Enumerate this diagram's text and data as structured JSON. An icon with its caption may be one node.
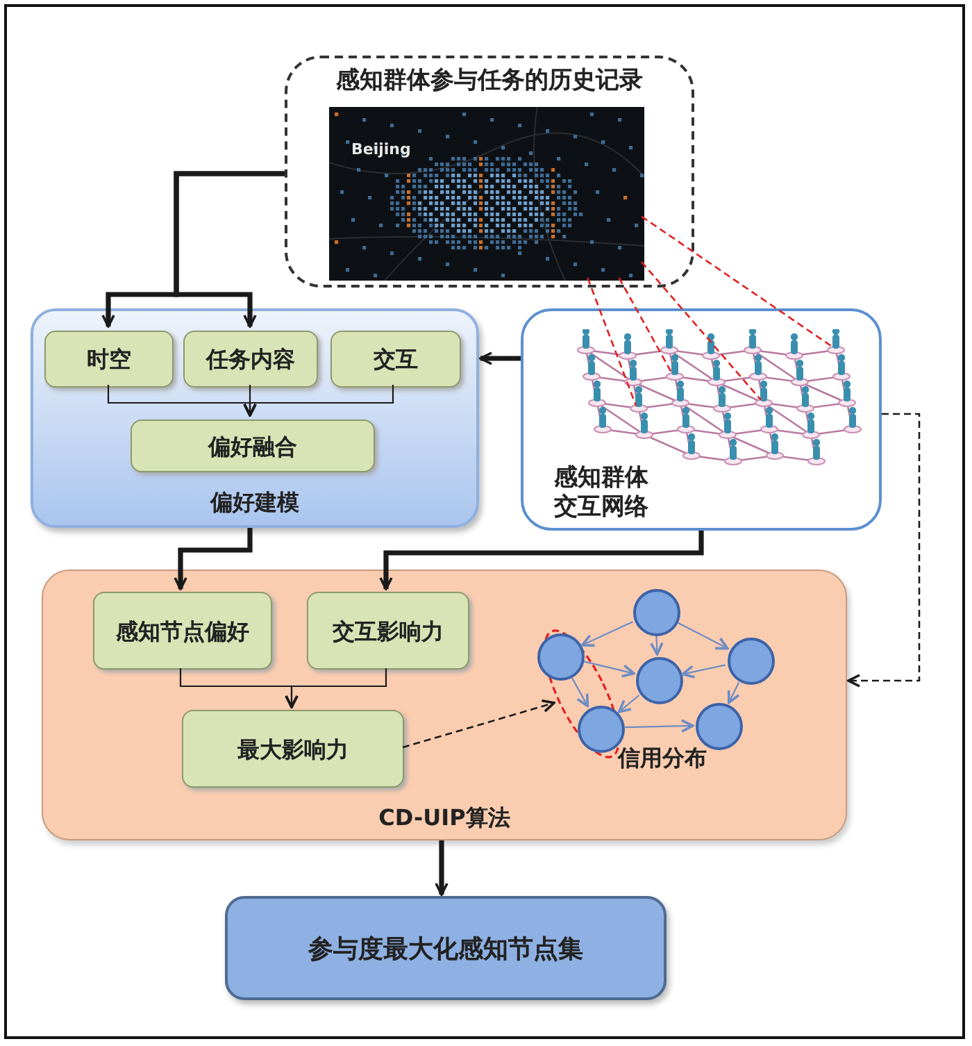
{
  "diagram": {
    "nodes": [
      {
        "text": [
          "感知群体参与任务的历史记录"
        ]
      },
      {
        "text": [],
        "shape": "picture",
        "in": 0
      },
      {
        "text": [
          "偏好建模"
        ]
      },
      {
        "text": [
          "时空"
        ],
        "in": 2
      },
      {
        "text": [
          "任务内容"
        ],
        "in": 2
      },
      {
        "text": [
          "交互"
        ],
        "in": 2
      },
      {
        "text": [
          "偏好融合"
        ],
        "in": 2
      },
      {
        "text": [
          "感知群体交互网络"
        ]
      },
      {
        "text": [],
        "shape": "picture",
        "in": 7
      },
      {
        "text": [
          "CD-UIP算法"
        ]
      },
      {
        "text": [
          "感知节点偏好"
        ],
        "in": 9
      },
      {
        "text": [
          "交互影响力"
        ],
        "in": 9
      },
      {
        "text": [
          "最大影响力"
        ],
        "in": 9
      },
      {
        "text": [],
        "shape": "ellipse",
        "in": 9
      },
      {
        "text": [],
        "shape": "circle",
        "in": 9
      },
      {
        "text": [],
        "shape": "circle",
        "in": 13
      },
      {
        "text": [],
        "shape": "circle",
        "in": 9
      },
      {
        "text": [],
        "shape": "circle",
        "in": 9
      },
      {
        "text": [],
        "shape": "circle",
        "in": 13
      },
      {
        "text": [],
        "shape": "circle",
        "in": 9
      },
      {
        "text": [
          "参与度最大化感知节点集"
        ]
      }
    ],
    "edges": [
      {
        "from": 0,
        "to": 3,
        "arrow": "to",
        "style": "thick"
      },
      {
        "from": 0,
        "to": 4,
        "arrow": "to",
        "style": "thick"
      },
      {
        "from": 7,
        "to": 2,
        "arrow": "to",
        "style": "thick"
      },
      {
        "from": 3,
        "to": 6,
        "arrow": "to"
      },
      {
        "from": 4,
        "to": 6,
        "arrow": "to"
      },
      {
        "from": 5,
        "to": 6,
        "arrow": "to"
      },
      {
        "from": 2,
        "to": 10,
        "arrow": "to",
        "style": "thick"
      },
      {
        "from": 7,
        "to": 11,
        "arrow": "to",
        "style": "thick"
      },
      {
        "from": 10,
        "to": 12,
        "arrow": "to"
      },
      {
        "from": 11,
        "to": 12,
        "arrow": "to"
      },
      {
        "from": 12,
        "to": 13,
        "arrow": "to",
        "style": "dashed"
      },
      {
        "from": 7,
        "to": 9,
        "arrow": "to",
        "style": "dashed"
      },
      {
        "from": 9,
        "to": 20,
        "arrow": "to",
        "style": "thick"
      },
      {
        "from": 1,
        "to": 8,
        "arrow": "none",
        "style": "dashed",
        "color": "#e02020"
      },
      {
        "from": 1,
        "to": 8,
        "arrow": "none",
        "style": "dashed",
        "color": "#e02020"
      },
      {
        "from": 1,
        "to": 8,
        "arrow": "none",
        "style": "dashed",
        "color": "#e02020"
      },
      {
        "from": 1,
        "to": 8,
        "arrow": "none",
        "style": "dashed",
        "color": "#e02020"
      },
      {
        "from": 14,
        "to": 15,
        "arrow": "to",
        "color": "#6d8cc4"
      },
      {
        "from": 14,
        "to": 16,
        "arrow": "to",
        "color": "#6d8cc4"
      },
      {
        "from": 14,
        "to": 17,
        "arrow": "to",
        "color": "#6d8cc4"
      },
      {
        "from": 15,
        "to": 16,
        "arrow": "to",
        "color": "#6d8cc4"
      },
      {
        "from": 17,
        "to": 16,
        "arrow": "to",
        "color": "#6d8cc4"
      },
      {
        "from": 15,
        "to": 18,
        "arrow": "to",
        "color": "#6d8cc4"
      },
      {
        "from": 16,
        "to": 18,
        "arrow": "to",
        "color": "#6d8cc4"
      },
      {
        "from": 17,
        "to": 19,
        "arrow": "to",
        "color": "#6d8cc4"
      },
      {
        "from": 18,
        "to": 19,
        "arrow": "to",
        "color": "#6d8cc4"
      }
    ],
    "labels": [
      "Beijing",
      "信用分布"
    ]
  }
}
